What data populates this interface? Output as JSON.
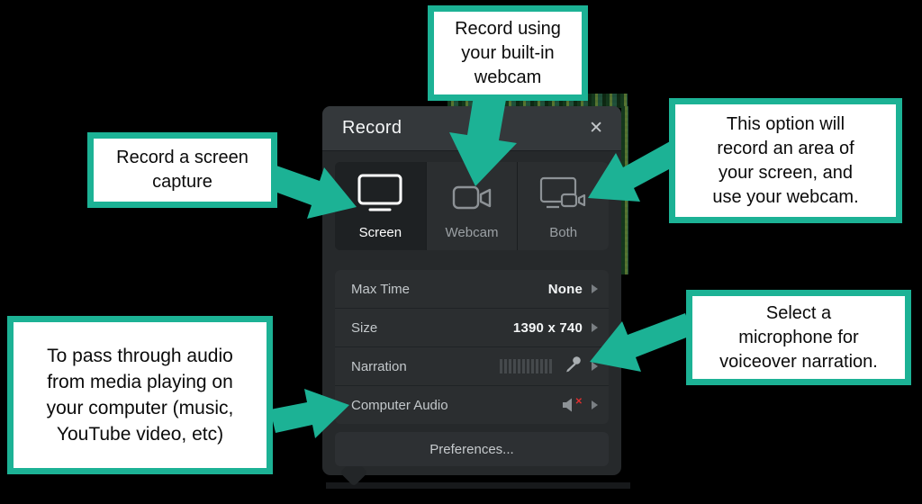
{
  "colors": {
    "accent_teal": "#1CB295",
    "mute_red": "#E02F2F",
    "panel_bg": "#26292B",
    "header_bg": "#34383B",
    "row_bg": "#2B2E30",
    "selected_cell_bg": "#1E2123"
  },
  "panel": {
    "title": "Record",
    "modes": [
      {
        "label": "Screen",
        "selected": true
      },
      {
        "label": "Webcam",
        "selected": false
      },
      {
        "label": "Both",
        "selected": false
      }
    ],
    "settings": [
      {
        "label": "Max Time",
        "value": "None"
      },
      {
        "label": "Size",
        "value": "1390 x 740"
      },
      {
        "label": "Narration",
        "value": ""
      },
      {
        "label": "Computer Audio",
        "value": ""
      }
    ],
    "narration_meter_segments": 12,
    "preferences_label": "Preferences..."
  },
  "icons": {
    "close": "✕",
    "mute_x": "✕"
  },
  "callouts": {
    "webcam": {
      "lines": [
        "Record using",
        "your built-in",
        "webcam"
      ]
    },
    "screen": {
      "lines": [
        "Record a screen",
        "capture"
      ]
    },
    "both": {
      "lines": [
        "This option will",
        "record an area of",
        "your screen, and",
        "use your webcam."
      ]
    },
    "microphone": {
      "lines": [
        "Select a",
        "microphone for",
        "voiceover narration."
      ]
    },
    "computer_audio": {
      "lines": [
        "To pass through audio",
        "from media playing on",
        "your computer (music,",
        "YouTube video, etc)"
      ]
    }
  }
}
